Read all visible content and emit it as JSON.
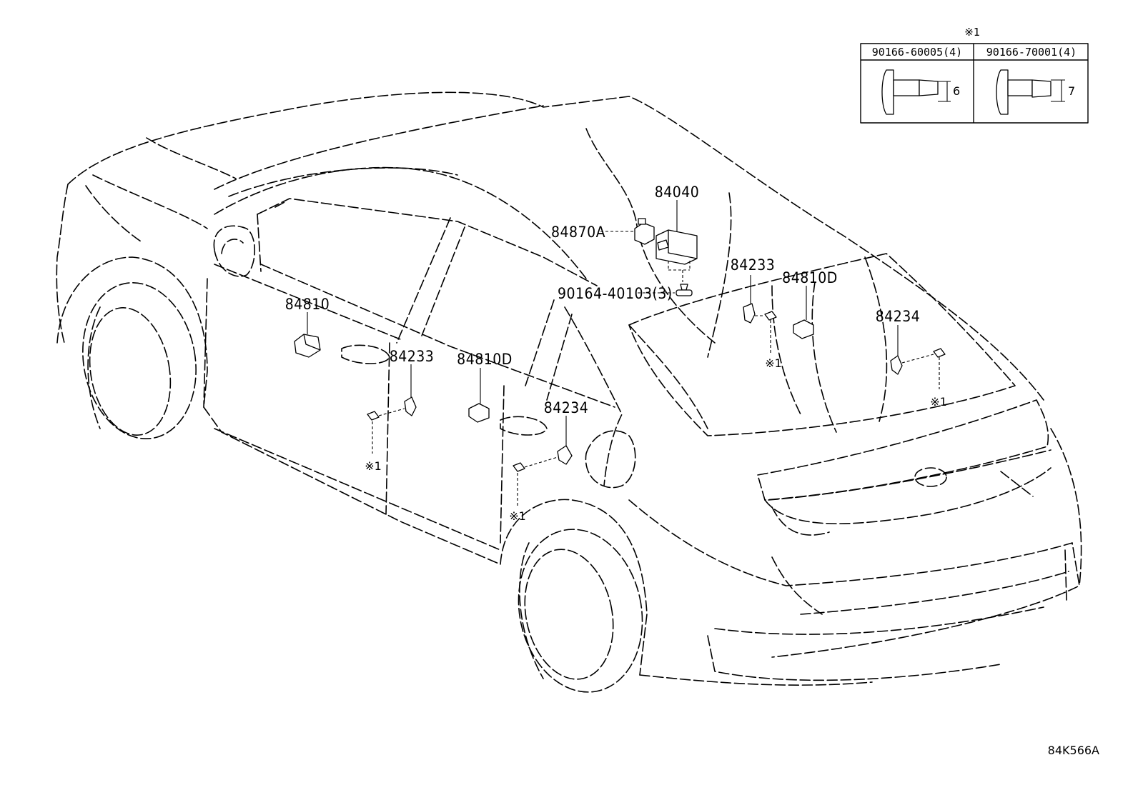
{
  "legend": {
    "marker": "※1",
    "columns": [
      {
        "part": "90166-60005(4)",
        "dim": "6"
      },
      {
        "part": "90166-70001(4)",
        "dim": "7"
      }
    ]
  },
  "callouts": {
    "c84040": "84040",
    "c84870A": "84870A",
    "c90164": "90164-40103(3)",
    "c84233_rear": "84233",
    "c84810D_rear": "84810D",
    "c84234_rear": "84234",
    "c84810": "84810",
    "c84233_front": "84233",
    "c84810D_front": "84810D",
    "c84234_front": "84234"
  },
  "markers": {
    "m_rear_84233": "※1",
    "m_rear_84234": "※1",
    "m_front_84233": "※1",
    "m_front_84234": "※1"
  },
  "diagram_code": "84K566A"
}
